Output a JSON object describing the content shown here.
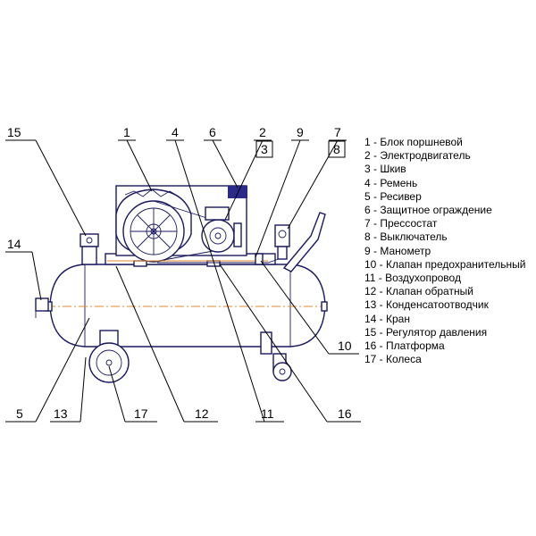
{
  "diagram": {
    "callouts": [
      "1",
      "2",
      "3",
      "4",
      "5",
      "6",
      "7",
      "8",
      "9",
      "10",
      "11",
      "12",
      "13",
      "14",
      "15",
      "16",
      "17"
    ],
    "legend": [
      "1 - Блок поршневой",
      "2 - Электродвигатель",
      "3 - Шкив",
      "4 - Ремень",
      "5 - Ресивер",
      "6 - Защитное ограждение",
      "7 - Прессостат",
      "8 - Выключатель",
      "9 - Манометр",
      "10 - Клапан предохранительный",
      "11 - Воздухопровод",
      "12 - Клапан обратный",
      "13 - Конденсатоотводчик",
      "14 - Кран",
      "15 - Регулятор давления",
      "16 - Платформа",
      "17 - Колеса"
    ],
    "colors": {
      "line": "#1a1a5e",
      "accent": "#e08a2a",
      "grille": "#2a2a8a"
    }
  }
}
